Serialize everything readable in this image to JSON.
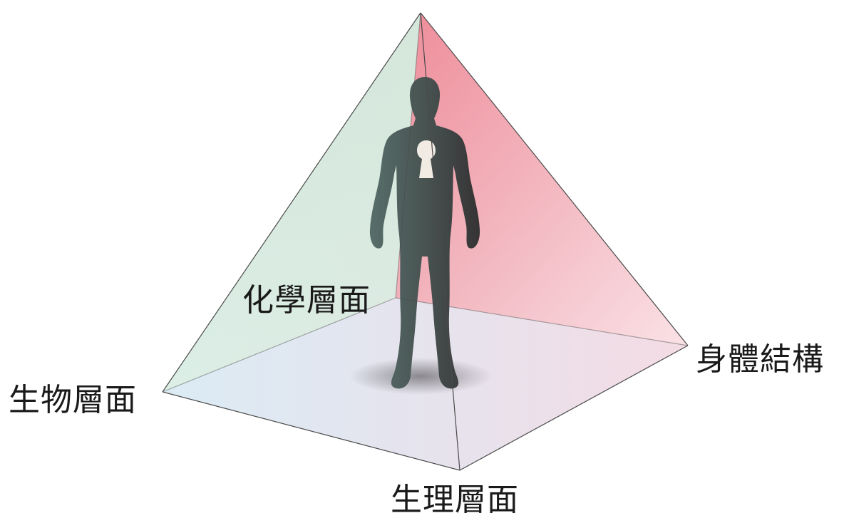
{
  "labels": {
    "chemical": "化學層面",
    "biological": "生物層面",
    "body_structure": "身體結構",
    "physiological": "生理層面"
  },
  "colors": {
    "left_face": "#d6eadf",
    "right_face": "#ef8a98",
    "base": "#dcecf5",
    "edge": "#4a4a4a",
    "figure": "#1e2a28",
    "keyhole": "#f3efe4"
  },
  "icons": {
    "figure": "human-silhouette-icon",
    "keyhole": "keyhole-icon"
  }
}
